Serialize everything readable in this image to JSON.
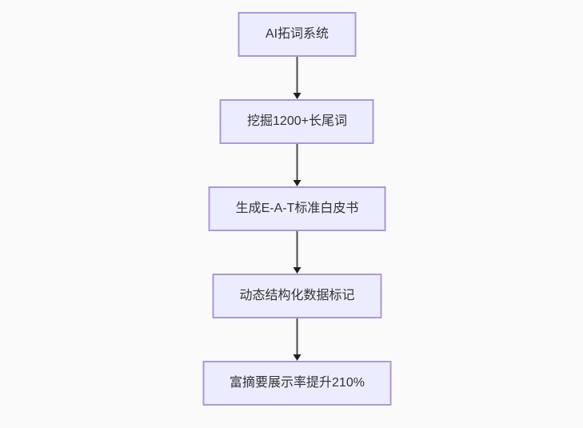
{
  "diagram": {
    "type": "flowchart",
    "direction": "top-down",
    "nodes": [
      {
        "id": "step-1",
        "label": "AI拓词系统"
      },
      {
        "id": "step-2",
        "label": "挖掘1200+长尾词"
      },
      {
        "id": "step-3",
        "label": "生成E-A-T标准白皮书"
      },
      {
        "id": "step-4",
        "label": "动态结构化数据标记"
      },
      {
        "id": "step-5",
        "label": "富摘要展示率提升210%"
      }
    ],
    "edges": [
      {
        "from": "step-1",
        "to": "step-2"
      },
      {
        "from": "step-2",
        "to": "step-3"
      },
      {
        "from": "step-3",
        "to": "step-4"
      },
      {
        "from": "step-4",
        "to": "step-5"
      }
    ],
    "colors": {
      "background": "#fafafa",
      "node_fill": "#ECECFF",
      "node_border": "#ab97dd",
      "arrow": "#333333",
      "text": "#333333"
    }
  }
}
